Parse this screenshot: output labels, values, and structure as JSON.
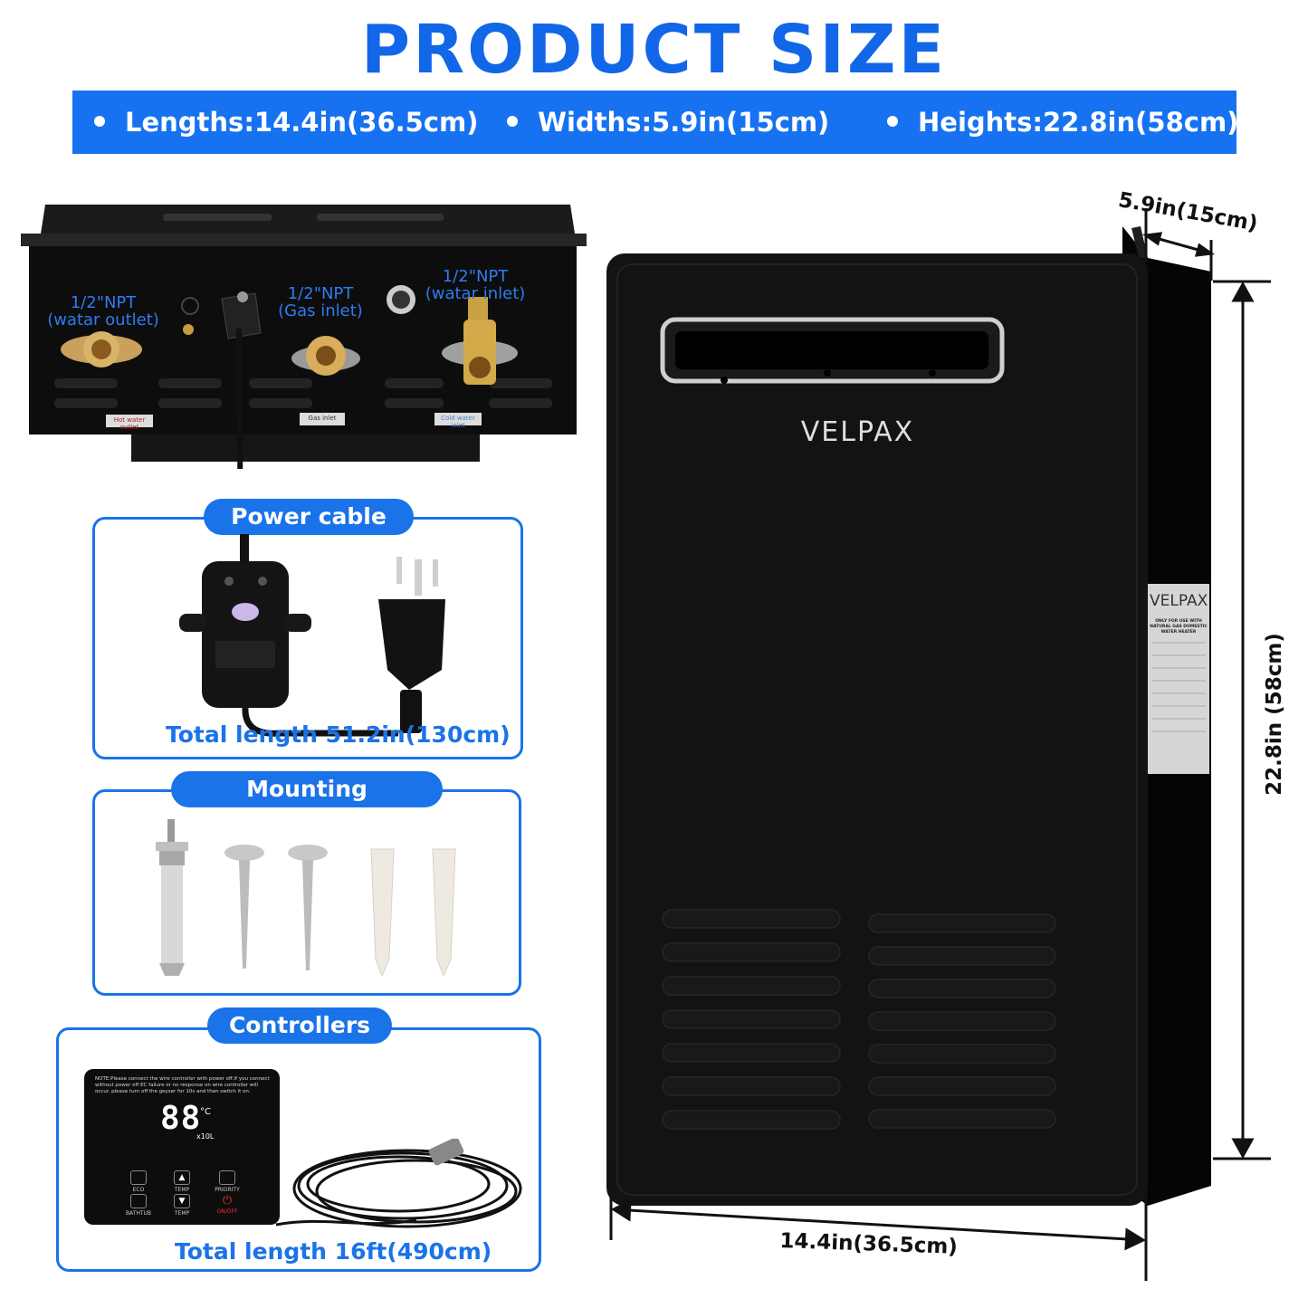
{
  "header": {
    "title": "PRODUCT SIZE",
    "specs": [
      "Lengths:14.4in(36.5cm)",
      "Widths:5.9in(15cm)",
      "Heights:22.8in(58cm)"
    ]
  },
  "top_view": {
    "ports": [
      {
        "label": "1/2\"NPT",
        "sub": "(watar outlet)"
      },
      {
        "label": "1/2\"NPT",
        "sub": "(Gas inlet)"
      },
      {
        "label": "1/2\"NPT",
        "sub": "(watar inlet)"
      }
    ],
    "tags": [
      "Hot water outlet",
      "Gas inlet",
      "Cold water inlet"
    ]
  },
  "sections": {
    "power": {
      "title": "Power cable",
      "caption": "Total length 51.2in(130cm)"
    },
    "mounting": {
      "title": "Mounting accessories"
    },
    "controllers": {
      "title": "Controllers",
      "caption": "Total length 16ft(490cm)"
    }
  },
  "controller": {
    "note": "NOTE:Please connect the wire controller with power off.If you connect without power off EC failure or no response on wire controller will occur. please turn off the geyser for 10s and then switch it on.",
    "display": "88",
    "unit": "°C",
    "unit2": "x10L",
    "buttons": [
      "ECO",
      "TEMP",
      "PRIORITY",
      "BATHTUB",
      "TEMP",
      "ON/OFF"
    ]
  },
  "heater": {
    "brand": "VELPAX",
    "label_brand": "VELPAX",
    "label_line": "ONLY FOR USE WITH NATURAL GAS DOMESTIC WATER HEATER"
  },
  "measurements": {
    "width": "5.9in(15cm)",
    "height": "22.8in (58cm)",
    "length": "14.4in(36.5cm)"
  },
  "colors": {
    "accent": "#1672f0",
    "unit_body": "#131313"
  }
}
